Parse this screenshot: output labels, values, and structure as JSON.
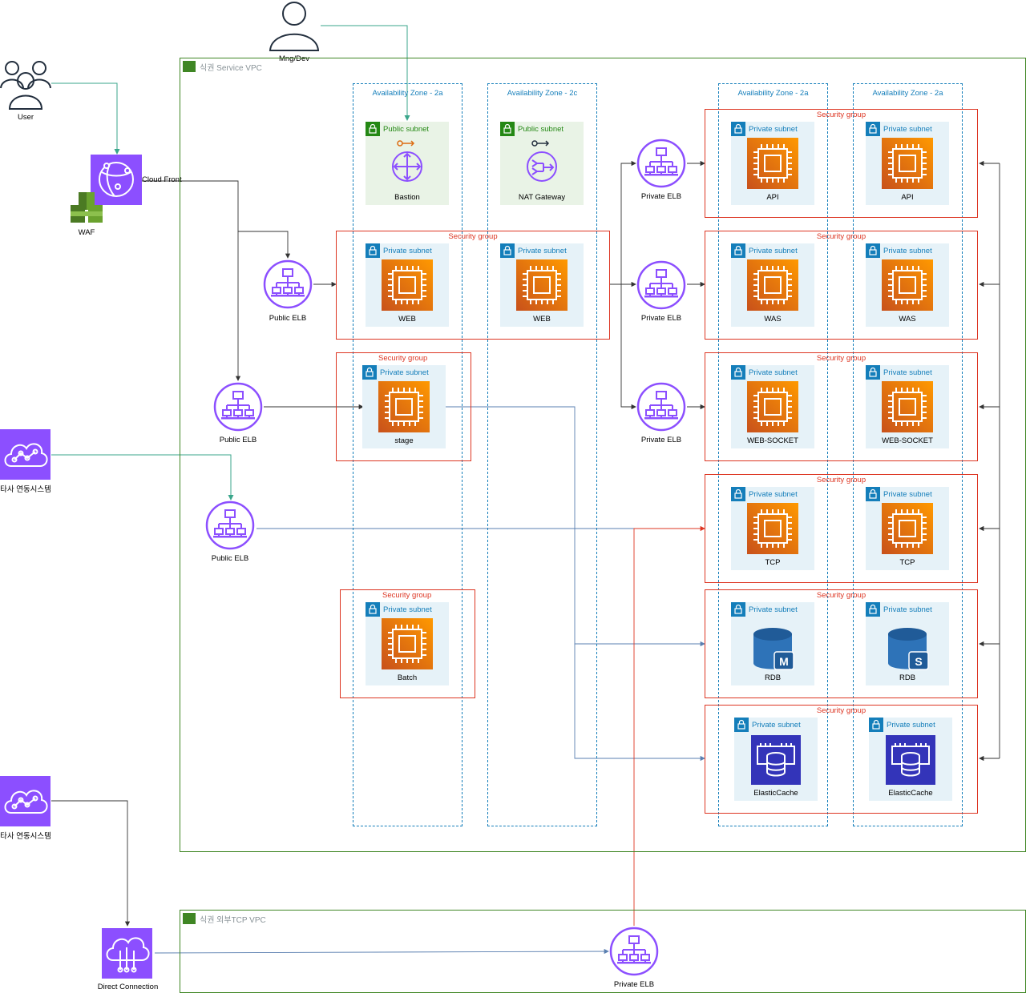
{
  "actors": {
    "user": "User",
    "mng": "Mng/Dev",
    "ext1": "타사 연동시스템",
    "ext2": "타사 연동시스템"
  },
  "edge": {
    "cloudfront": "Cloud Front",
    "waf": "WAF",
    "direct": "Direct Connection"
  },
  "vpc_service": {
    "title": "식권 Service VPC"
  },
  "vpc_tcp": {
    "title": "식권 외부TCP VPC"
  },
  "az": [
    "Availability Zone - 2a",
    "Availability Zone - 2c",
    "Availability Zone - 2a",
    "Availability Zone - 2a"
  ],
  "sg_label": "Security group",
  "subnet": {
    "public": "Public subnet",
    "private": "Private subnet"
  },
  "elb": {
    "public1": "Public ELB",
    "public2": "Public ELB",
    "public3": "Public ELB",
    "private1": "Private ELB",
    "private2": "Private ELB",
    "private3": "Private ELB",
    "private_tcp": "Private ELB"
  },
  "nodes": {
    "bastion": "Bastion",
    "nat": "NAT Gateway",
    "web": "WEB",
    "stage": "stage",
    "batch": "Batch",
    "api": "API",
    "was": "WAS",
    "websocket": "WEB-SOCKET",
    "tcp": "TCP",
    "rdb": "RDB",
    "cache": "ElasticCache",
    "rdb_master_mark": "M",
    "rdb_slave_mark": "S"
  },
  "colors": {
    "vpc": "#3f8624",
    "az": "#147eba",
    "sg": "#dd3522",
    "ec2": "#ed7100",
    "elb": "#8c4fff",
    "rds": "#2e73b8",
    "cache": "#3334b9",
    "waf": "#6aa22e"
  }
}
